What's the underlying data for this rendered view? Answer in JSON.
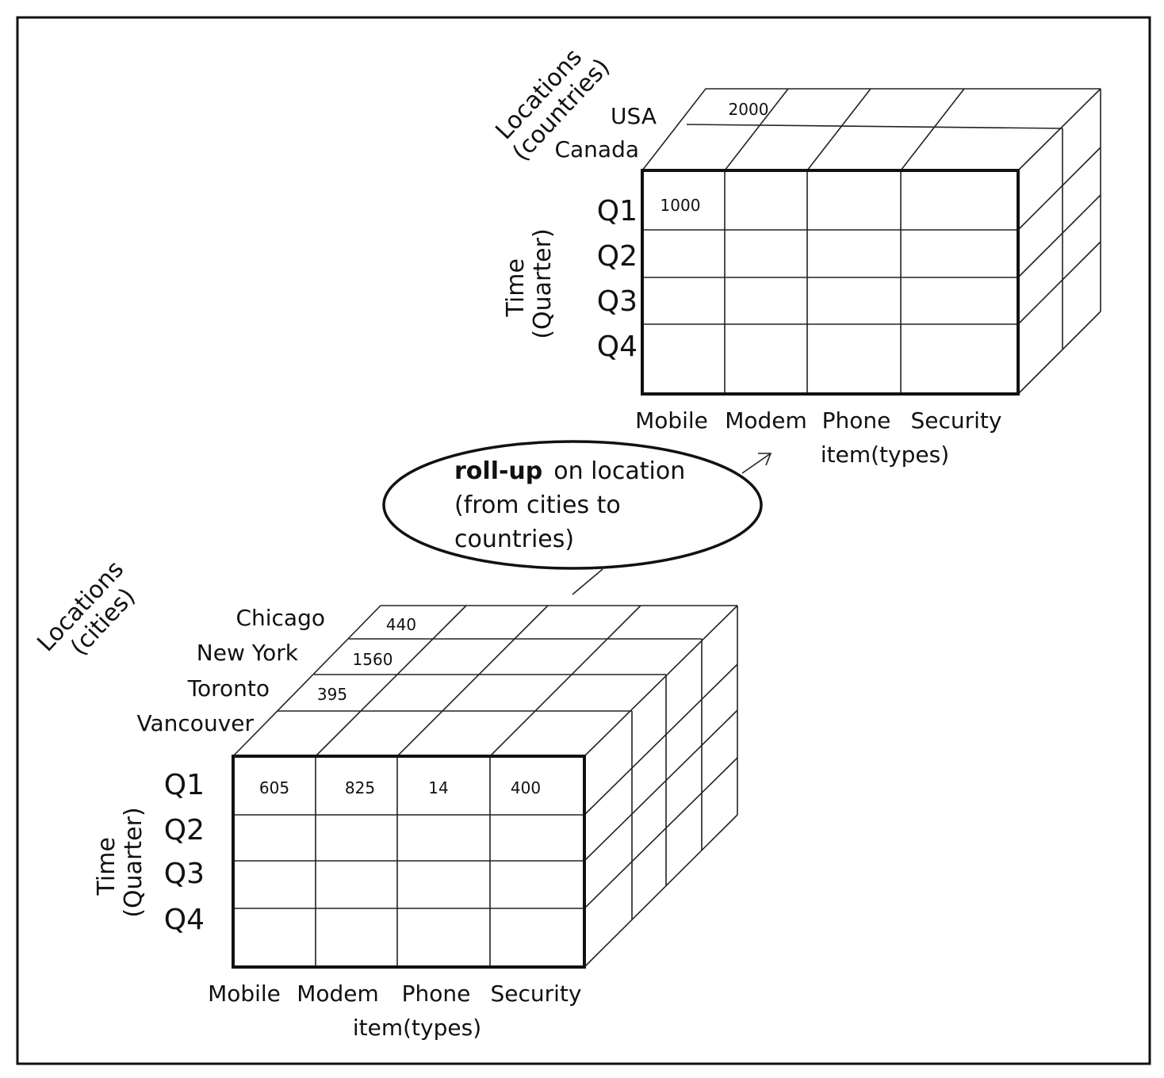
{
  "top_cube": {
    "location_axis_label": "Locations (countries)",
    "locations": [
      "USA",
      "Canada"
    ],
    "time_axis_label": "Time (Quarter)",
    "quarters": [
      "Q1",
      "Q2",
      "Q3",
      "Q4"
    ],
    "items": [
      "Mobile",
      "Modem",
      "Phone",
      "Security"
    ],
    "item_axis_label": "item(types)",
    "front_values": [
      [
        "1000",
        "",
        "",
        ""
      ]
    ],
    "top_values": [
      [
        "2000",
        "",
        "",
        ""
      ]
    ]
  },
  "callout": {
    "bold": "roll-up",
    "line1_rest": "on location",
    "line2": "(from cities to",
    "line3": "countries)"
  },
  "bottom_cube": {
    "location_axis_label": "Locations (cities)",
    "locations": [
      "Chicago",
      "New York",
      "Toronto",
      "Vancouver"
    ],
    "time_axis_label": "Time (Quarter)",
    "quarters": [
      "Q1",
      "Q2",
      "Q3",
      "Q4"
    ],
    "items": [
      "Mobile",
      "Modem",
      "Phone",
      "Security"
    ],
    "item_axis_label": "item(types)",
    "front_values": [
      [
        "605",
        "825",
        "14",
        "400"
      ]
    ],
    "top_values": [
      "440",
      "1560",
      "395"
    ]
  }
}
